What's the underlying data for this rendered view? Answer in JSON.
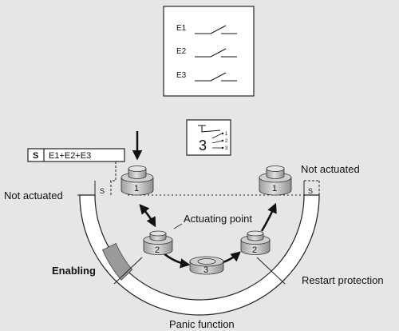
{
  "contact_box": {
    "contacts": [
      {
        "label": "E1"
      },
      {
        "label": "E2"
      },
      {
        "label": "E3"
      }
    ]
  },
  "switch_symbol": {
    "number": "3",
    "terminals": [
      "1",
      "2",
      "3"
    ]
  },
  "legend": {
    "s_label": "S",
    "combo": "E1+E2+E3"
  },
  "labels": {
    "not_actuated_left": "Not actuated",
    "not_actuated_right": "Not actuated",
    "actuating_point": "Actuating point",
    "enabling": "Enabling",
    "restart_protection": "Restart protection",
    "panic_function": "Panic function",
    "s_left": "S",
    "s_right": "S"
  },
  "positions": {
    "pos1_left": "1",
    "pos1_right": "1",
    "pos2_left": "2",
    "pos2_right": "2",
    "pos3": "3"
  },
  "colors": {
    "background": "#e6e6e6",
    "enabling_segment": "#9a9a9a",
    "button_top": "#e4e4e4",
    "button_body": "#bdbdbd"
  }
}
